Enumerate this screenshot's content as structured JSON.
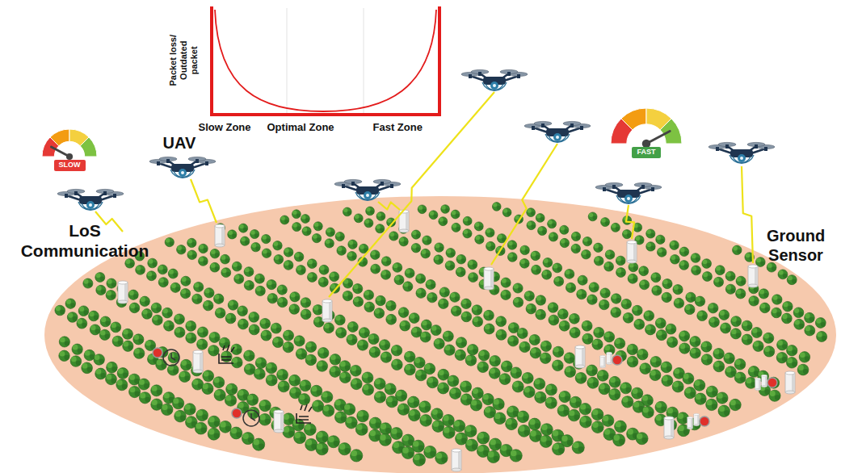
{
  "diagram": {
    "nodes": [
      {
        "text": [
          "SLOW"
        ]
      },
      {
        "text": [
          "FAST"
        ]
      }
    ],
    "labels": [
      "Packet loss/ Outdated packet",
      "Slow Zone",
      "Optimal Zone",
      "Fast Zone",
      "UAV",
      "LoS Communication",
      "Ground Sensor"
    ]
  }
}
